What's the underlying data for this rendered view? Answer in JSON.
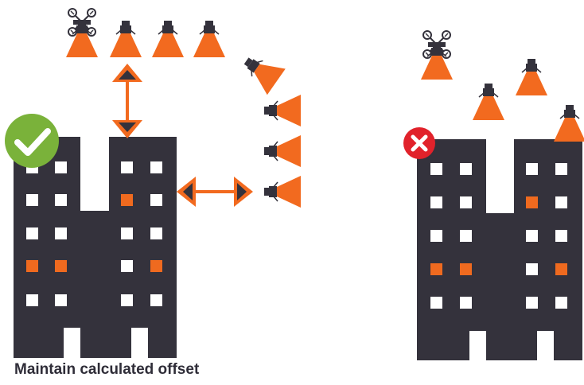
{
  "caption": "Maintain calculated offset",
  "colors": {
    "building": "#34323c",
    "window": "#ffffff",
    "window_lit": "#ef6a1f",
    "light_beam": "#f26a1f",
    "arrow": "#f26a1f",
    "arrow_head": "#34323c",
    "check_badge": "#7ab23a",
    "error_badge": "#e1222b"
  },
  "panels": [
    {
      "name": "correct",
      "status_icon": "checkmark-icon",
      "light_count": 8,
      "has_offset_arrows": true
    },
    {
      "name": "incorrect",
      "status_icon": "x-mark-icon",
      "light_count": 4,
      "has_offset_arrows": false
    }
  ]
}
